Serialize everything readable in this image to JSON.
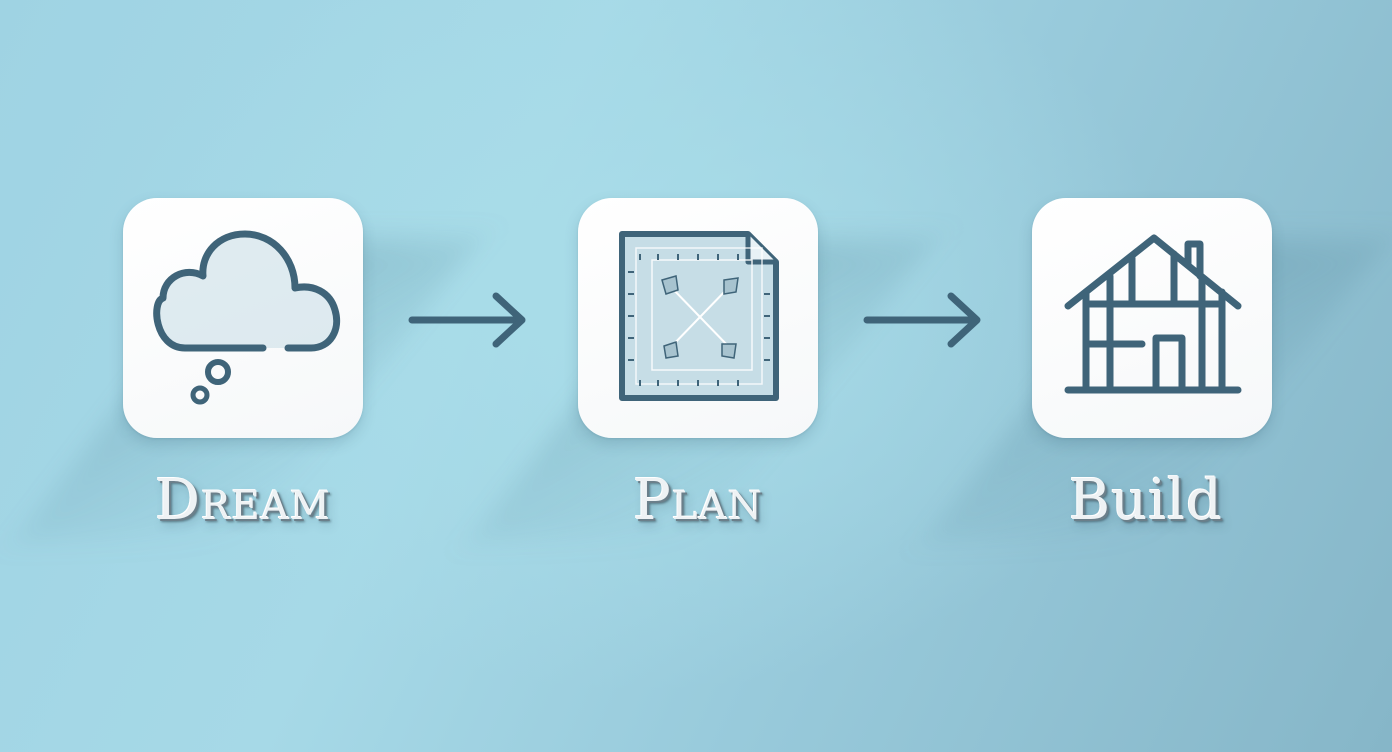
{
  "steps": [
    {
      "label": "Dream",
      "icon": "thought-cloud-icon"
    },
    {
      "label": "Plan",
      "icon": "blueprint-icon"
    },
    {
      "label": "Build",
      "icon": "house-icon"
    }
  ],
  "connectors": [
    "arrow-right-icon",
    "arrow-right-icon"
  ],
  "colors": {
    "icon_stroke": "#3f6479",
    "icon_fill": "#c6dde6",
    "card": "#ffffff",
    "background": "#a6d9e7",
    "label": "#eef2f4"
  }
}
